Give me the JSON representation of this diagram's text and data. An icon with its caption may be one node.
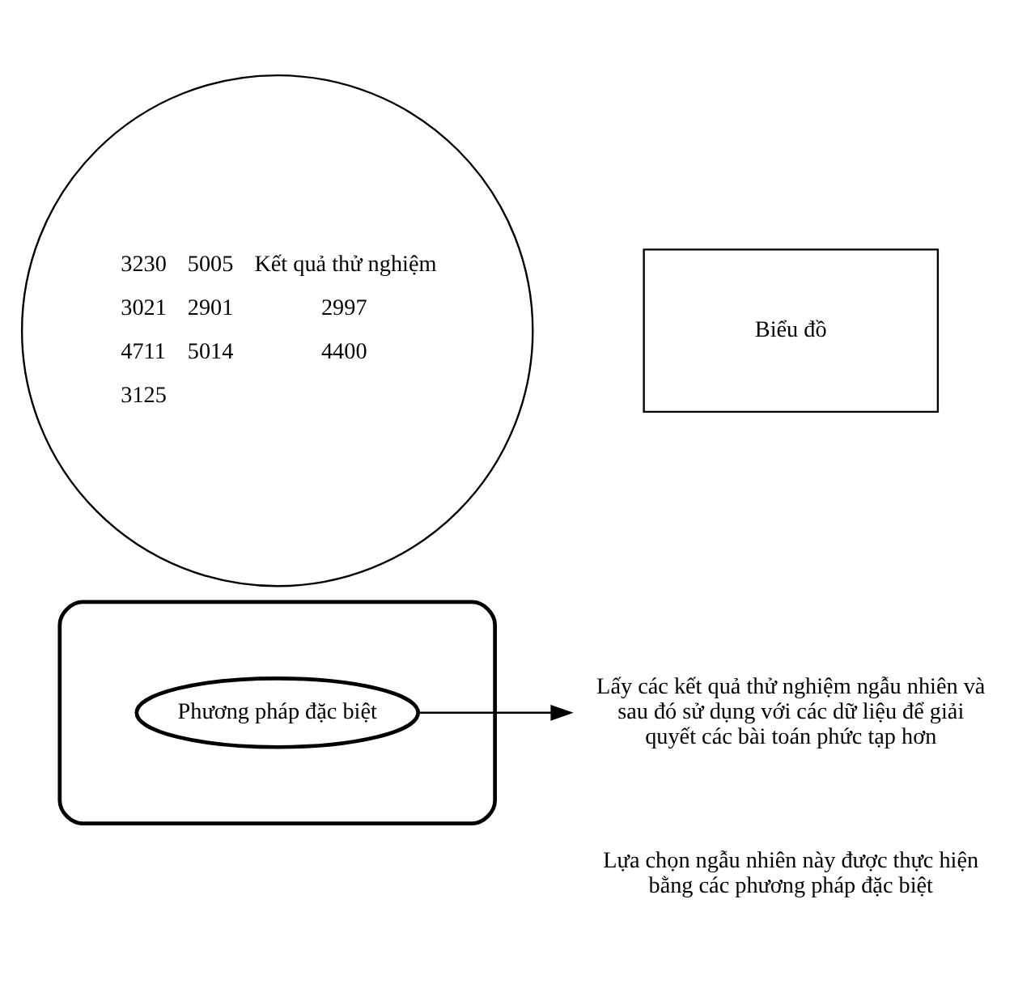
{
  "diagram": {
    "nodes": [
      {
        "text": [
          "3230",
          "5005",
          "Kết quả thử nghiệm",
          "3021",
          "2901",
          "2997",
          "4711",
          "5014",
          "4400",
          "3125"
        ]
      },
      {
        "text": [
          "Biểu đồ"
        ]
      },
      {
        "text": [
          "Lấy các kết quả thử nghiệm ngẫu nhiên và sau đó sử dụng với các dữ liệu để giải quyết các bài toán phức tạp hơn"
        ]
      },
      {
        "text": [],
        "shape": "vase"
      },
      {
        "text": [
          "Phương pháp đặc biệt"
        ],
        "in": 3
      }
    ],
    "edges": [
      {
        "from": 4,
        "to": 2,
        "arrow": "to"
      }
    ],
    "labels": [
      "Lựa chọn ngẫu nhiên này được thực hiện bằng các phương pháp đặc biệt"
    ]
  }
}
